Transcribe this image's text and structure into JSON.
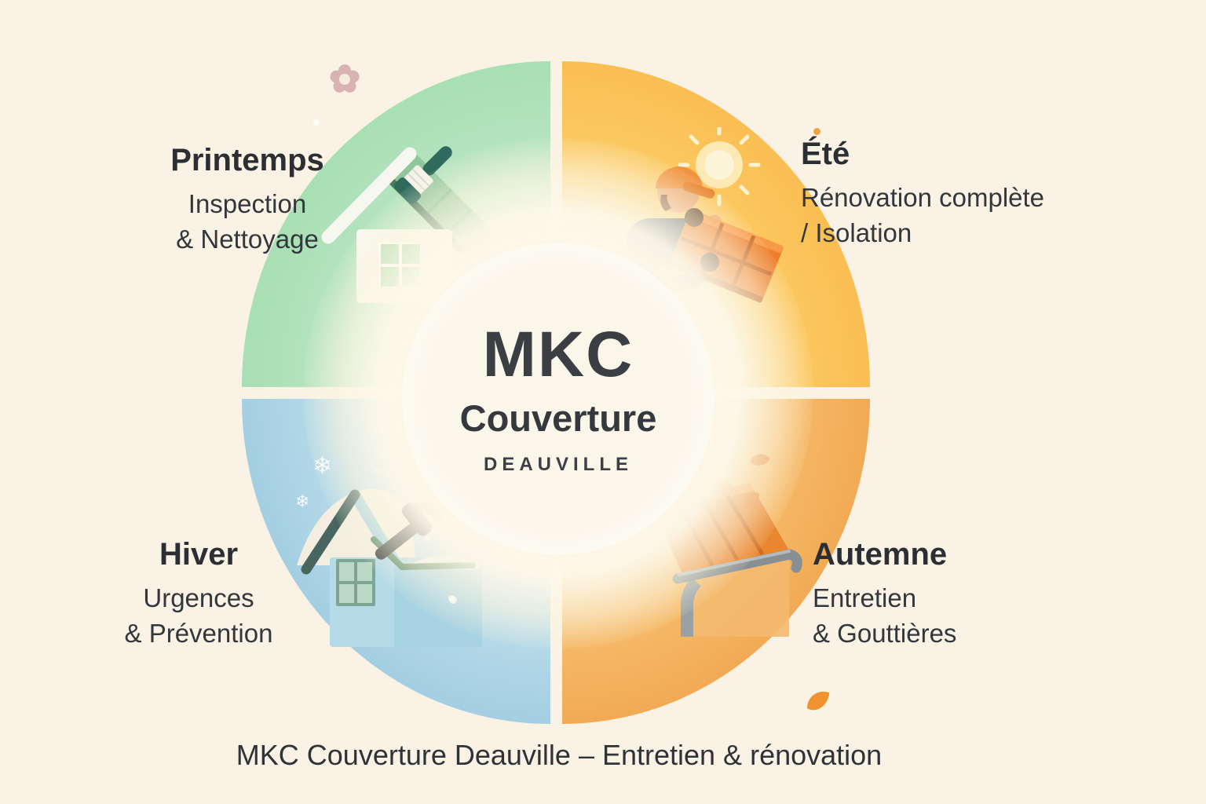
{
  "center": {
    "brand": "MKC",
    "subtitle": "Couverture",
    "location": "DEAUVILLE"
  },
  "quadrants": {
    "spring": {
      "season": "Printemps",
      "service_line1": "Inspection",
      "service_line2": "& Nettoyage"
    },
    "summer": {
      "season": "Été",
      "service_line1": "Rénovation complète",
      "service_line2": "/ Isolation"
    },
    "winter": {
      "season": "Hiver",
      "service_line1": "Urgences",
      "service_line2": "& Prévention"
    },
    "autumn": {
      "season": "Autemne",
      "service_line1": "Entretien",
      "service_line2": "& Gouttières"
    }
  },
  "caption": "MKC Couverture Deauville – Entretien & rénovation",
  "icons": {
    "spring": "house-paintbrush-icon",
    "summer": "roofer-with-tiles-icon",
    "winter": "house-hammer-icon",
    "autumn": "roof-gutter-leaves-icon",
    "decorations": [
      "flower-icon",
      "sun-icon",
      "snowflake-icon",
      "leaf-icon"
    ]
  },
  "colors": {
    "background": "#faf2e4",
    "spring_green": "#a4ddaf",
    "summer_amber": "#f9ba4c",
    "winter_blue": "#9ccadf",
    "autumn_orange": "#f1a44b",
    "center_disc": "#fbf6ea",
    "text_dark": "#2e3236"
  },
  "snowflake_glyph": "❄"
}
